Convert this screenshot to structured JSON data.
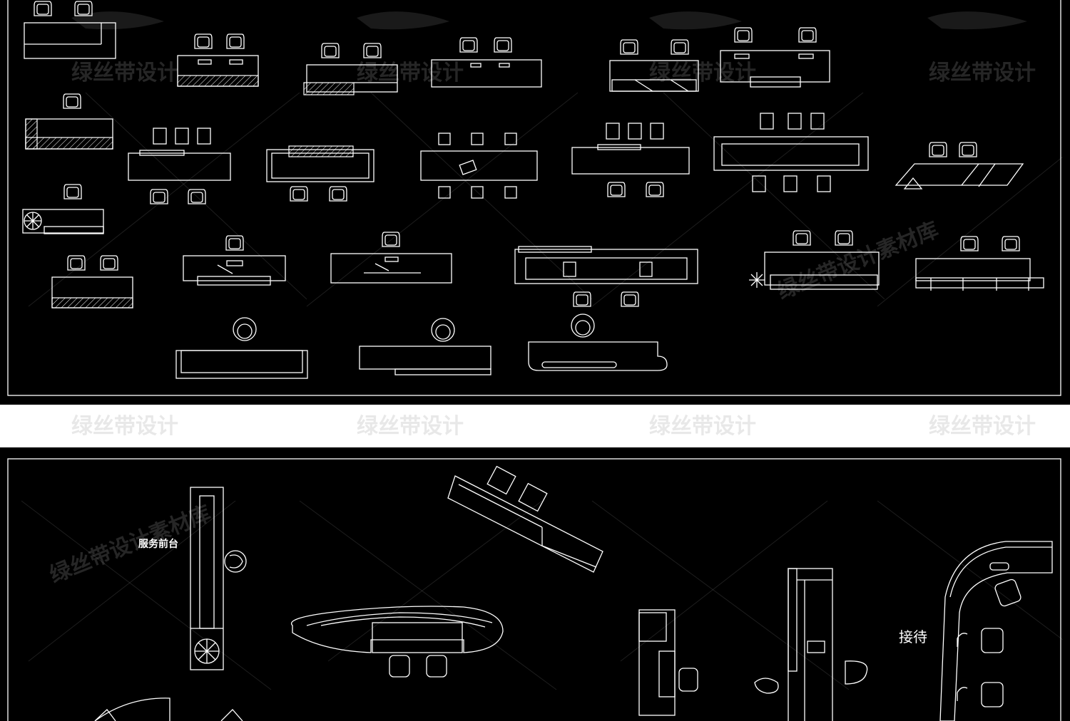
{
  "watermark": {
    "text": "绿丝带设计",
    "text_long": "绿丝带设计素材库"
  },
  "labels": {
    "service_desk": "服务前台",
    "reception": "接待"
  },
  "colors": {
    "background": "#000000",
    "lines": "#ffffff",
    "gap": "#ffffff",
    "watermark": "#8a8a8a"
  }
}
